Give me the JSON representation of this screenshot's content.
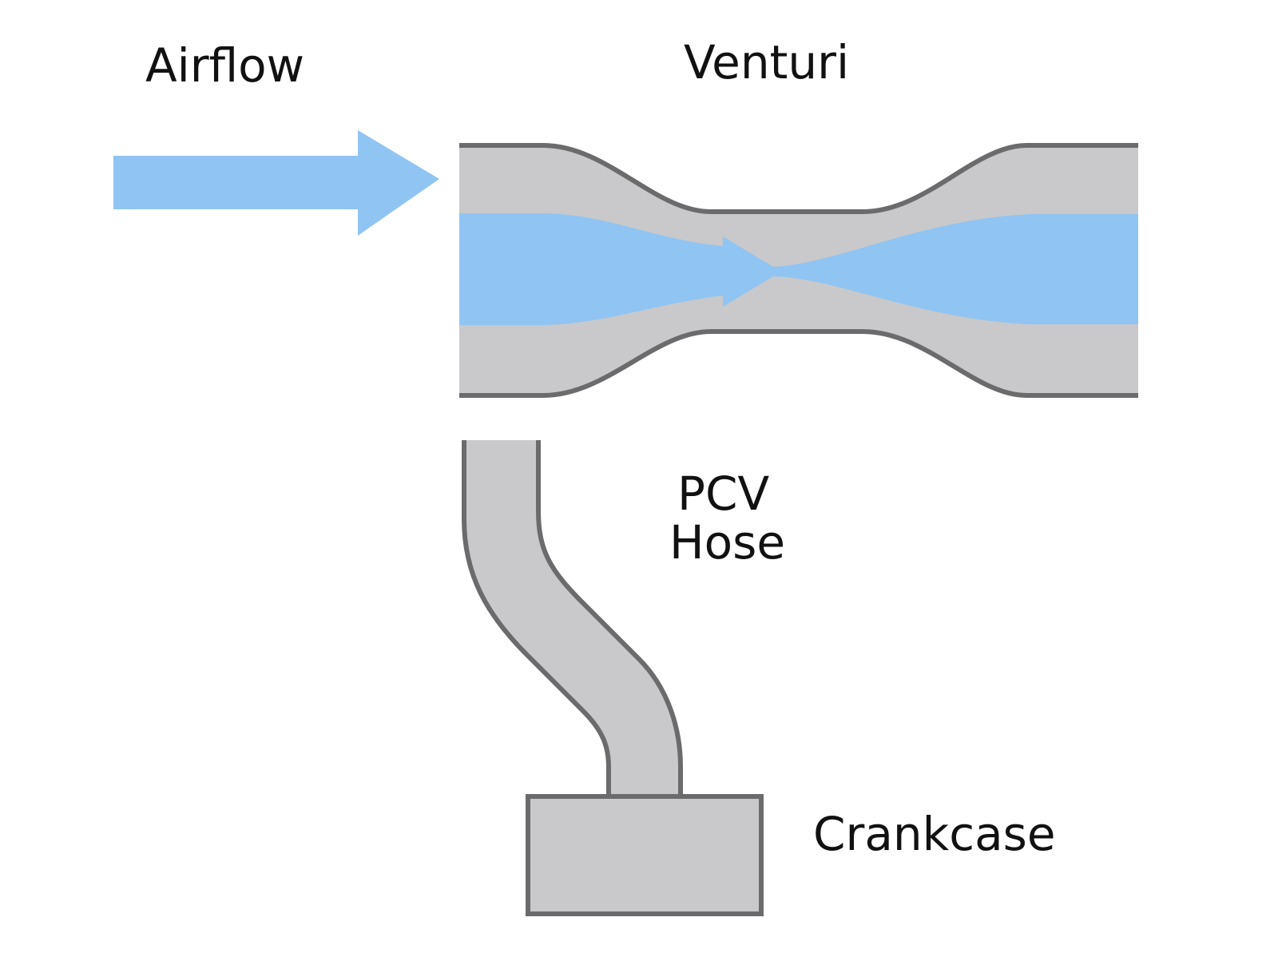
{
  "diagram": {
    "title": "Venturi PCV system",
    "labels": {
      "airflow": "Airflow",
      "venturi": "Venturi",
      "pcv_hose_line1": "PCV",
      "pcv_hose_line2": "Hose",
      "crankcase": "Crankcase"
    },
    "colors": {
      "air": "#90c4f2",
      "body_fill": "#c9c9cb",
      "outline": "#6b6b6d",
      "text": "#111111"
    },
    "components": [
      {
        "id": "airflow-arrow",
        "type": "arrow",
        "label": "Airflow"
      },
      {
        "id": "venturi-tube",
        "type": "constricted-tube",
        "label": "Venturi"
      },
      {
        "id": "pcv-hose",
        "type": "curved-hose",
        "label": "PCV Hose"
      },
      {
        "id": "crankcase",
        "type": "box",
        "label": "Crankcase"
      }
    ],
    "connections": [
      {
        "from": "airflow-arrow",
        "to": "venturi-tube"
      },
      {
        "from": "pcv-hose",
        "to": "venturi-tube"
      },
      {
        "from": "crankcase",
        "to": "pcv-hose"
      }
    ]
  }
}
